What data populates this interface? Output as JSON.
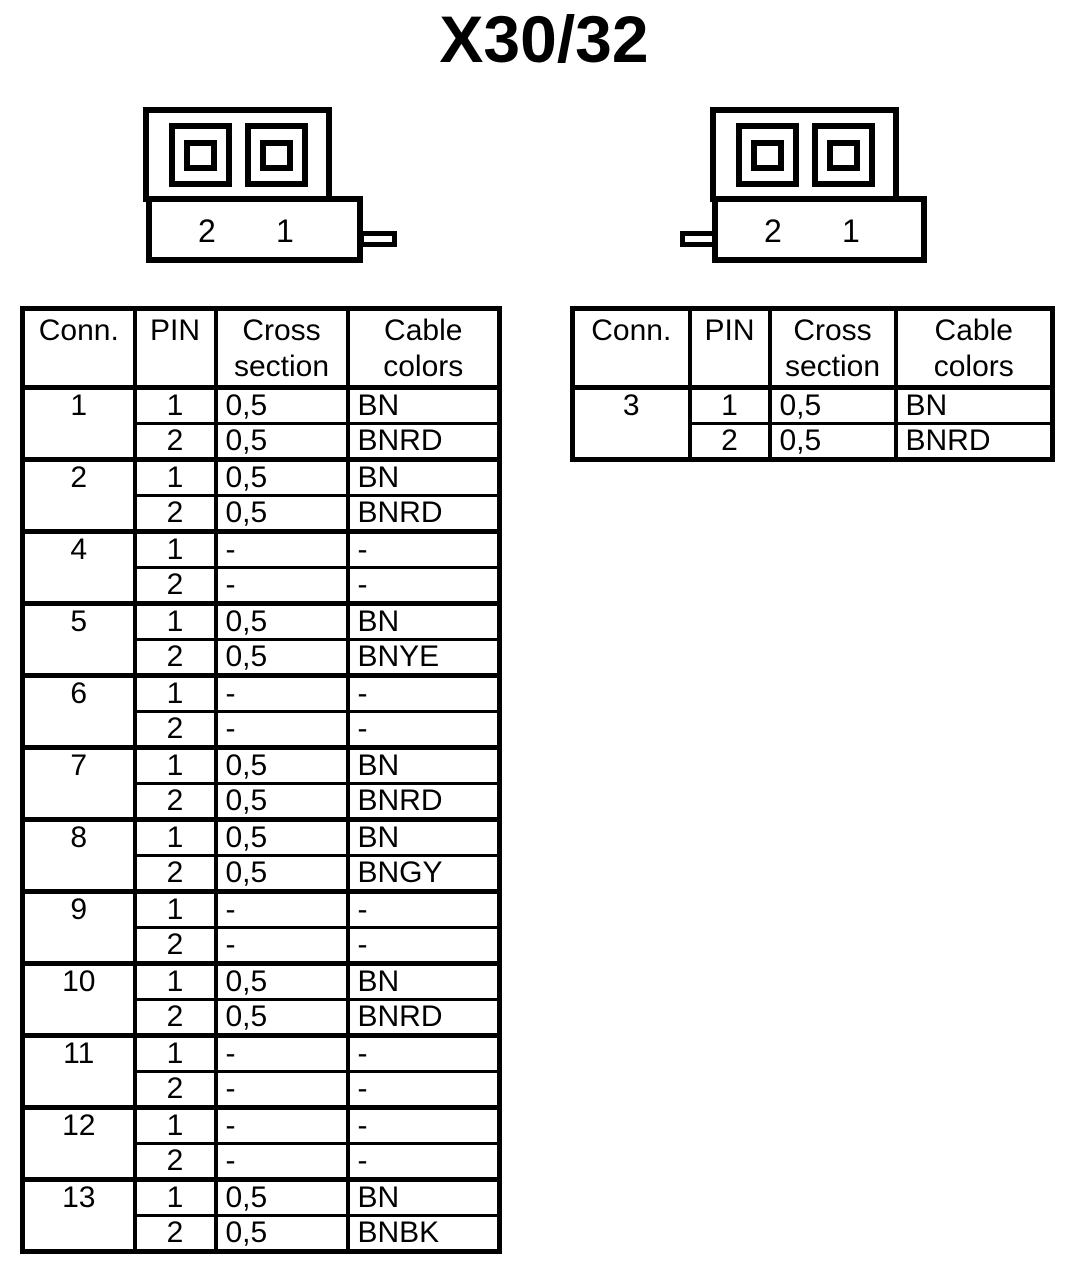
{
  "page": {
    "title": "X30/32"
  },
  "colors": {
    "ink": "#000000",
    "background": "#ffffff"
  },
  "connectors": {
    "left": {
      "pin_labels": [
        "2",
        "1"
      ],
      "tab_side": "right"
    },
    "right": {
      "pin_labels": [
        "2",
        "1"
      ],
      "tab_side": "left"
    }
  },
  "tables": {
    "left": {
      "headers": [
        "Conn.",
        "PIN",
        "Cross section",
        "Cable colors"
      ],
      "groups": [
        {
          "conn": "1",
          "pins": [
            {
              "pin": "1",
              "cross": "0,5",
              "color": "BN"
            },
            {
              "pin": "2",
              "cross": "0,5",
              "color": "BNRD"
            }
          ]
        },
        {
          "conn": "2",
          "pins": [
            {
              "pin": "1",
              "cross": "0,5",
              "color": "BN"
            },
            {
              "pin": "2",
              "cross": "0,5",
              "color": "BNRD"
            }
          ]
        },
        {
          "conn": "4",
          "pins": [
            {
              "pin": "1",
              "cross": "-",
              "color": "-"
            },
            {
              "pin": "2",
              "cross": "-",
              "color": "-"
            }
          ]
        },
        {
          "conn": "5",
          "pins": [
            {
              "pin": "1",
              "cross": "0,5",
              "color": "BN"
            },
            {
              "pin": "2",
              "cross": "0,5",
              "color": "BNYE"
            }
          ]
        },
        {
          "conn": "6",
          "pins": [
            {
              "pin": "1",
              "cross": "-",
              "color": "-"
            },
            {
              "pin": "2",
              "cross": "-",
              "color": "-"
            }
          ]
        },
        {
          "conn": "7",
          "pins": [
            {
              "pin": "1",
              "cross": "0,5",
              "color": "BN"
            },
            {
              "pin": "2",
              "cross": "0,5",
              "color": "BNRD"
            }
          ]
        },
        {
          "conn": "8",
          "pins": [
            {
              "pin": "1",
              "cross": "0,5",
              "color": "BN"
            },
            {
              "pin": "2",
              "cross": "0,5",
              "color": "BNGY"
            }
          ]
        },
        {
          "conn": "9",
          "pins": [
            {
              "pin": "1",
              "cross": "-",
              "color": "-"
            },
            {
              "pin": "2",
              "cross": "-",
              "color": "-"
            }
          ]
        },
        {
          "conn": "10",
          "pins": [
            {
              "pin": "1",
              "cross": "0,5",
              "color": "BN"
            },
            {
              "pin": "2",
              "cross": "0,5",
              "color": "BNRD"
            }
          ]
        },
        {
          "conn": "11",
          "pins": [
            {
              "pin": "1",
              "cross": "-",
              "color": "-"
            },
            {
              "pin": "2",
              "cross": "-",
              "color": "-"
            }
          ]
        },
        {
          "conn": "12",
          "pins": [
            {
              "pin": "1",
              "cross": "-",
              "color": "-"
            },
            {
              "pin": "2",
              "cross": "-",
              "color": "-"
            }
          ]
        },
        {
          "conn": "13",
          "pins": [
            {
              "pin": "1",
              "cross": "0,5",
              "color": "BN"
            },
            {
              "pin": "2",
              "cross": "0,5",
              "color": "BNBK"
            }
          ]
        }
      ]
    },
    "right": {
      "headers": [
        "Conn.",
        "PIN",
        "Cross section",
        "Cable colors"
      ],
      "groups": [
        {
          "conn": "3",
          "pins": [
            {
              "pin": "1",
              "cross": "0,5",
              "color": "BN"
            },
            {
              "pin": "2",
              "cross": "0,5",
              "color": "BNRD"
            }
          ]
        }
      ]
    }
  }
}
